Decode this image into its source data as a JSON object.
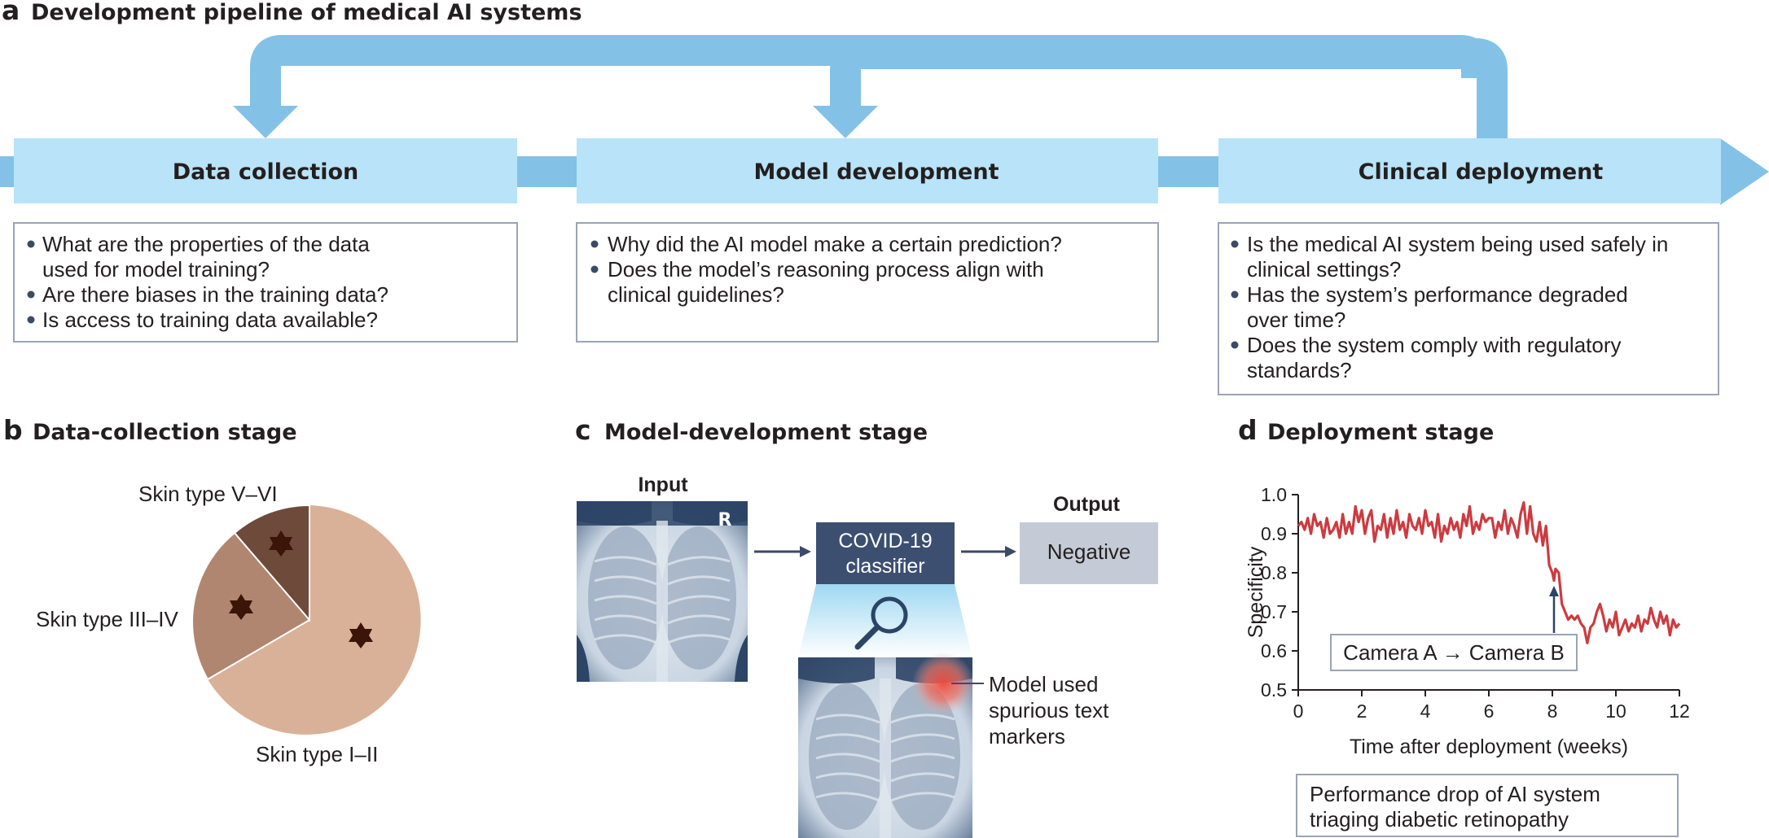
{
  "panel_a": {
    "letter": "a",
    "title": "Development pipeline of medical AI systems",
    "stages": [
      {
        "label": "Data collection",
        "questions": [
          [
            "What are the properties of the data",
            "used for model training?"
          ],
          [
            "Are there biases in the training data?"
          ],
          [
            "Is access to training data available?"
          ]
        ]
      },
      {
        "label": "Model development",
        "questions": [
          [
            "Why did the AI model make a certain prediction?"
          ],
          [
            "Does the model’s reasoning process align with",
            "clinical guidelines?"
          ]
        ]
      },
      {
        "label": "Clinical deployment",
        "questions": [
          [
            "Is the medical AI system being used safely in",
            "clinical settings?"
          ],
          [
            "Has the system’s performance degraded",
            "over time?"
          ],
          [
            "Does the system comply with regulatory",
            "standards?"
          ]
        ]
      }
    ]
  },
  "panel_b": {
    "letter": "b",
    "title": "Data-collection stage",
    "labels": [
      "Skin type V–VI",
      "Skin type III–IV",
      "Skin type I–II"
    ],
    "colors": [
      "#6e4a3b",
      "#b08670",
      "#d9b198"
    ]
  },
  "panel_c": {
    "letter": "c",
    "title": "Model-development stage",
    "input_label": "Input",
    "marker_letter": "R",
    "classifier_lines": [
      "COVID-19",
      "classifier"
    ],
    "output_label": "Output",
    "output_value": "Negative",
    "annotation_lines": [
      "Model used",
      "spurious text",
      "markers"
    ]
  },
  "panel_d": {
    "letter": "d",
    "title": "Deployment stage",
    "annotation": "Camera A → Camera B",
    "caption_lines": [
      "Performance drop of AI system",
      "triaging diabetic retinopathy"
    ]
  },
  "chart_data": {
    "type": "line",
    "xlabel": "Time after deployment (weeks)",
    "ylabel": "Specificity",
    "xlim": [
      0,
      12
    ],
    "ylim": [
      0.5,
      1.0
    ],
    "xticks": [
      0,
      2,
      4,
      6,
      8,
      10,
      12
    ],
    "yticks": [
      0.5,
      0.6,
      0.7,
      0.8,
      0.9,
      1.0
    ],
    "ytick_labels": [
      "0.5",
      "0.6",
      "0.7",
      "0.8",
      "0.9",
      "1.0"
    ],
    "line_color": "#cc3b40",
    "series": [
      {
        "x": [
          0,
          0.1,
          0.2,
          0.3,
          0.4,
          0.5,
          0.6,
          0.7,
          0.8,
          0.9,
          1.0,
          1.1,
          1.2,
          1.3,
          1.4,
          1.5,
          1.6,
          1.7,
          1.8,
          1.9,
          2.0,
          2.1,
          2.2,
          2.3,
          2.4,
          2.5,
          2.6,
          2.7,
          2.8,
          2.9,
          3.0,
          3.1,
          3.2,
          3.3,
          3.4,
          3.5,
          3.6,
          3.7,
          3.8,
          3.9,
          4.0,
          4.1,
          4.2,
          4.3,
          4.4,
          4.5,
          4.6,
          4.7,
          4.8,
          4.9,
          5.0,
          5.1,
          5.2,
          5.3,
          5.4,
          5.5,
          5.6,
          5.7,
          5.8,
          5.9,
          6.0,
          6.1,
          6.2,
          6.3,
          6.4,
          6.5,
          6.6,
          6.7,
          6.8,
          6.9,
          7.0,
          7.1,
          7.2,
          7.3,
          7.4,
          7.5,
          7.6,
          7.7,
          7.8,
          7.9,
          8.0,
          8.05,
          8.1,
          8.2,
          8.3,
          8.4,
          8.5,
          8.6,
          8.7,
          8.8,
          8.9,
          9.0,
          9.1,
          9.2,
          9.3,
          9.4,
          9.5,
          9.6,
          9.7,
          9.8,
          9.9,
          10.0,
          10.1,
          10.2,
          10.3,
          10.4,
          10.5,
          10.6,
          10.7,
          10.8,
          10.9,
          11.0,
          11.1,
          11.2,
          11.3,
          11.4,
          11.5,
          11.6,
          11.7,
          11.8,
          11.9,
          12.0
        ],
        "y": [
          0.92,
          0.93,
          0.91,
          0.94,
          0.9,
          0.95,
          0.92,
          0.93,
          0.89,
          0.94,
          0.9,
          0.91,
          0.93,
          0.89,
          0.95,
          0.9,
          0.93,
          0.9,
          0.97,
          0.93,
          0.96,
          0.9,
          0.94,
          0.96,
          0.88,
          0.92,
          0.91,
          0.95,
          0.89,
          0.94,
          0.9,
          0.96,
          0.91,
          0.93,
          0.89,
          0.95,
          0.92,
          0.91,
          0.94,
          0.9,
          0.96,
          0.92,
          0.93,
          0.89,
          0.95,
          0.88,
          0.92,
          0.9,
          0.94,
          0.91,
          0.93,
          0.89,
          0.95,
          0.92,
          0.97,
          0.9,
          0.93,
          0.91,
          0.95,
          0.93,
          0.94,
          0.94,
          0.89,
          0.93,
          0.91,
          0.96,
          0.9,
          0.94,
          0.92,
          0.89,
          0.95,
          0.98,
          0.9,
          0.97,
          0.9,
          0.88,
          0.93,
          0.87,
          0.92,
          0.82,
          0.8,
          0.78,
          0.81,
          0.8,
          0.72,
          0.7,
          0.68,
          0.69,
          0.68,
          0.69,
          0.67,
          0.66,
          0.62,
          0.66,
          0.67,
          0.7,
          0.72,
          0.69,
          0.65,
          0.68,
          0.66,
          0.7,
          0.64,
          0.66,
          0.68,
          0.65,
          0.67,
          0.66,
          0.69,
          0.65,
          0.68,
          0.67,
          0.71,
          0.68,
          0.66,
          0.7,
          0.67,
          0.69,
          0.64,
          0.68,
          0.66,
          0.67
        ]
      }
    ]
  }
}
